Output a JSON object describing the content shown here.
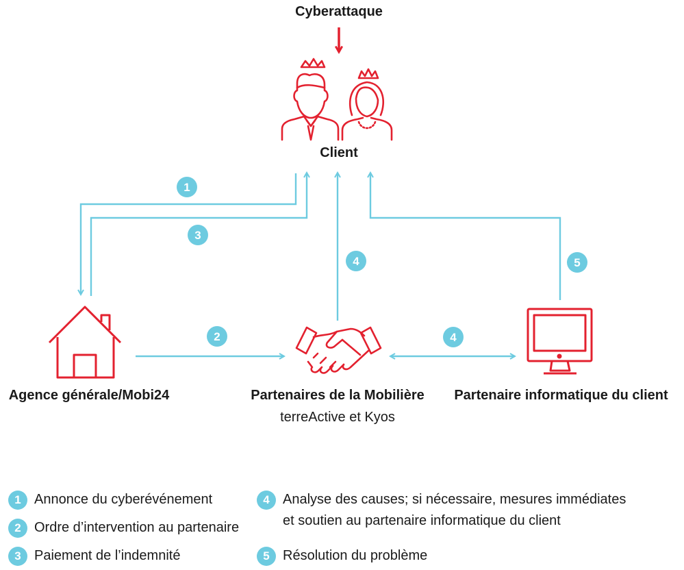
{
  "title": "Cyberattaque",
  "nodes": {
    "client": "Client",
    "agency": "Agence générale/Mobi24",
    "partners": "Partenaires de la Mobilière",
    "partners_sub": "terreActive et Kyos",
    "it_partner": "Partenaire informatique du client"
  },
  "badges": {
    "one": "1",
    "two": "2",
    "three": "3",
    "four_vertical": "4",
    "four_horizontal": "4",
    "five": "5"
  },
  "legend": [
    {
      "num": "1",
      "text": "Annonce du cyberévénement"
    },
    {
      "num": "2",
      "text": "Ordre d’intervention au partenaire"
    },
    {
      "num": "3",
      "text": "Paiement de l’indemnité"
    },
    {
      "num": "4",
      "text": "Analyse des causes; si nécessaire, mesures immédiates",
      "text2": "et soutien au partenaire informatique du client"
    },
    {
      "num": "5",
      "text": "Résolution du problème"
    }
  ],
  "colors": {
    "accent": "#e3212f",
    "arrow": "#6dcbe0",
    "text": "#1a1a1a"
  }
}
